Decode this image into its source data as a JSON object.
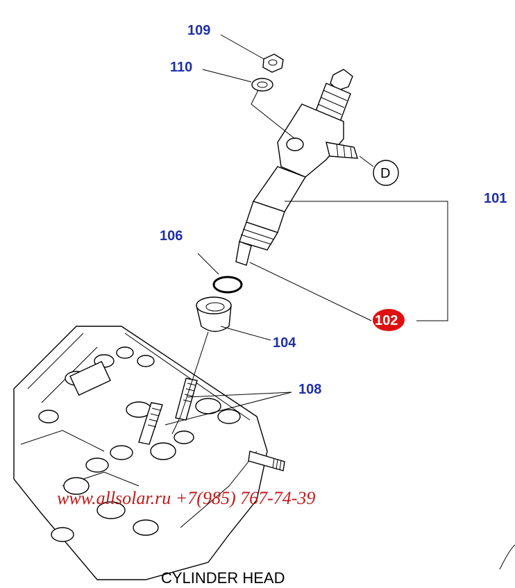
{
  "diagram": {
    "caption": "CYLINDER HEAD",
    "watermark": "www.allsolar.ru +7(985) 767-74-39",
    "detail_marker": "D",
    "callouts": {
      "c109": "109",
      "c110": "110",
      "c101": "101",
      "c106": "106",
      "c102": "102",
      "c104": "104",
      "c108": "108"
    },
    "colors": {
      "callout_text": "#1f2fa8",
      "highlight_badge": "#e01010",
      "watermark": "#c41818"
    }
  }
}
